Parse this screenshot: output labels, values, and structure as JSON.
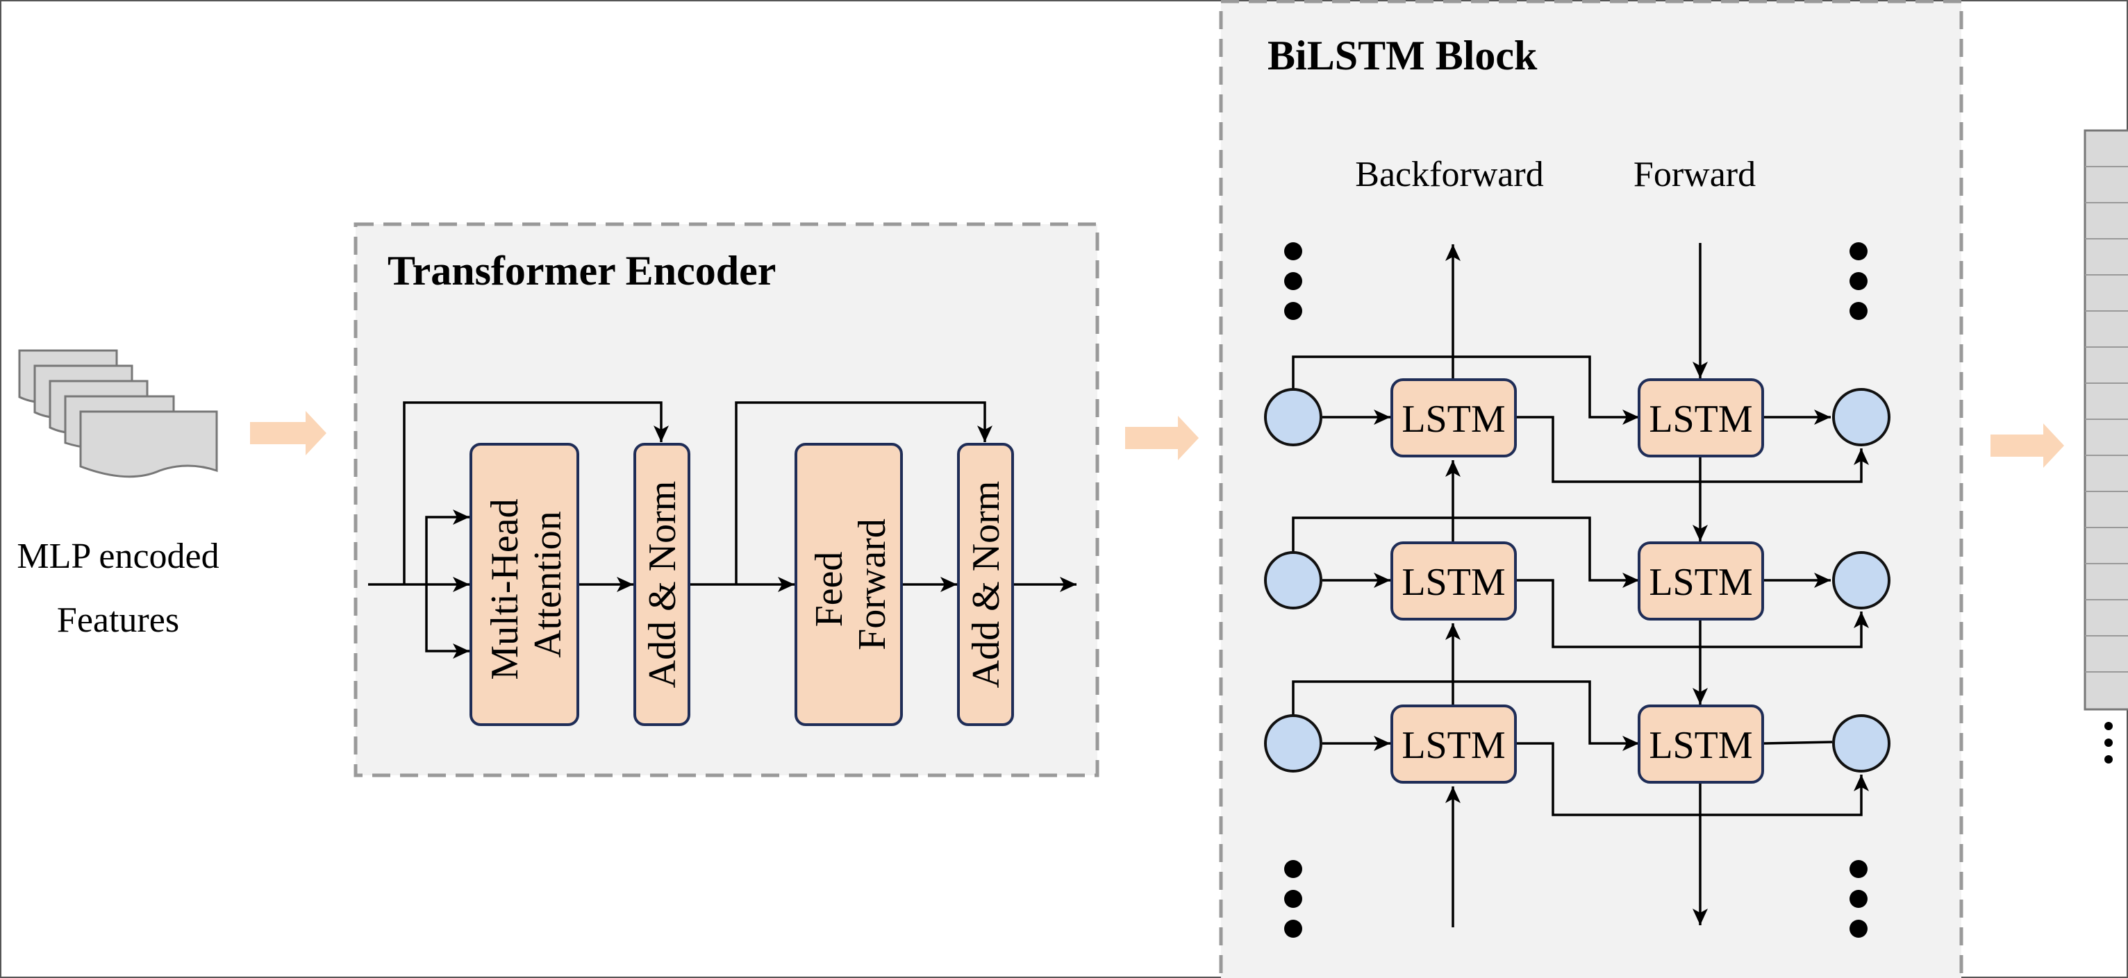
{
  "input": {
    "label_line1": "MLP encoded",
    "label_line2": "Features"
  },
  "transformer": {
    "title": "Transformer Encoder",
    "blocks": {
      "attention_line1": "Multi-Head",
      "attention_line2": "Attention",
      "addnorm1": "Add & Norm",
      "feedforward_line1": "Feed",
      "feedforward_line2": "Forward",
      "addnorm2": "Add & Norm"
    }
  },
  "bilstm": {
    "title": "BiLSTM Block",
    "backward_label": "Backforward",
    "forward_label": "Forward",
    "cells": [
      "LSTM",
      "LSTM",
      "LSTM",
      "LSTM",
      "LSTM",
      "LSTM"
    ]
  },
  "colors": {
    "panel_fill": "#f2f2f2",
    "panel_border": "#999999",
    "block_fill": "#f8d7bd",
    "block_border": "#1f2d57",
    "node_fill": "#c5d9f2",
    "flow_arrow": "#fbd6b7"
  }
}
